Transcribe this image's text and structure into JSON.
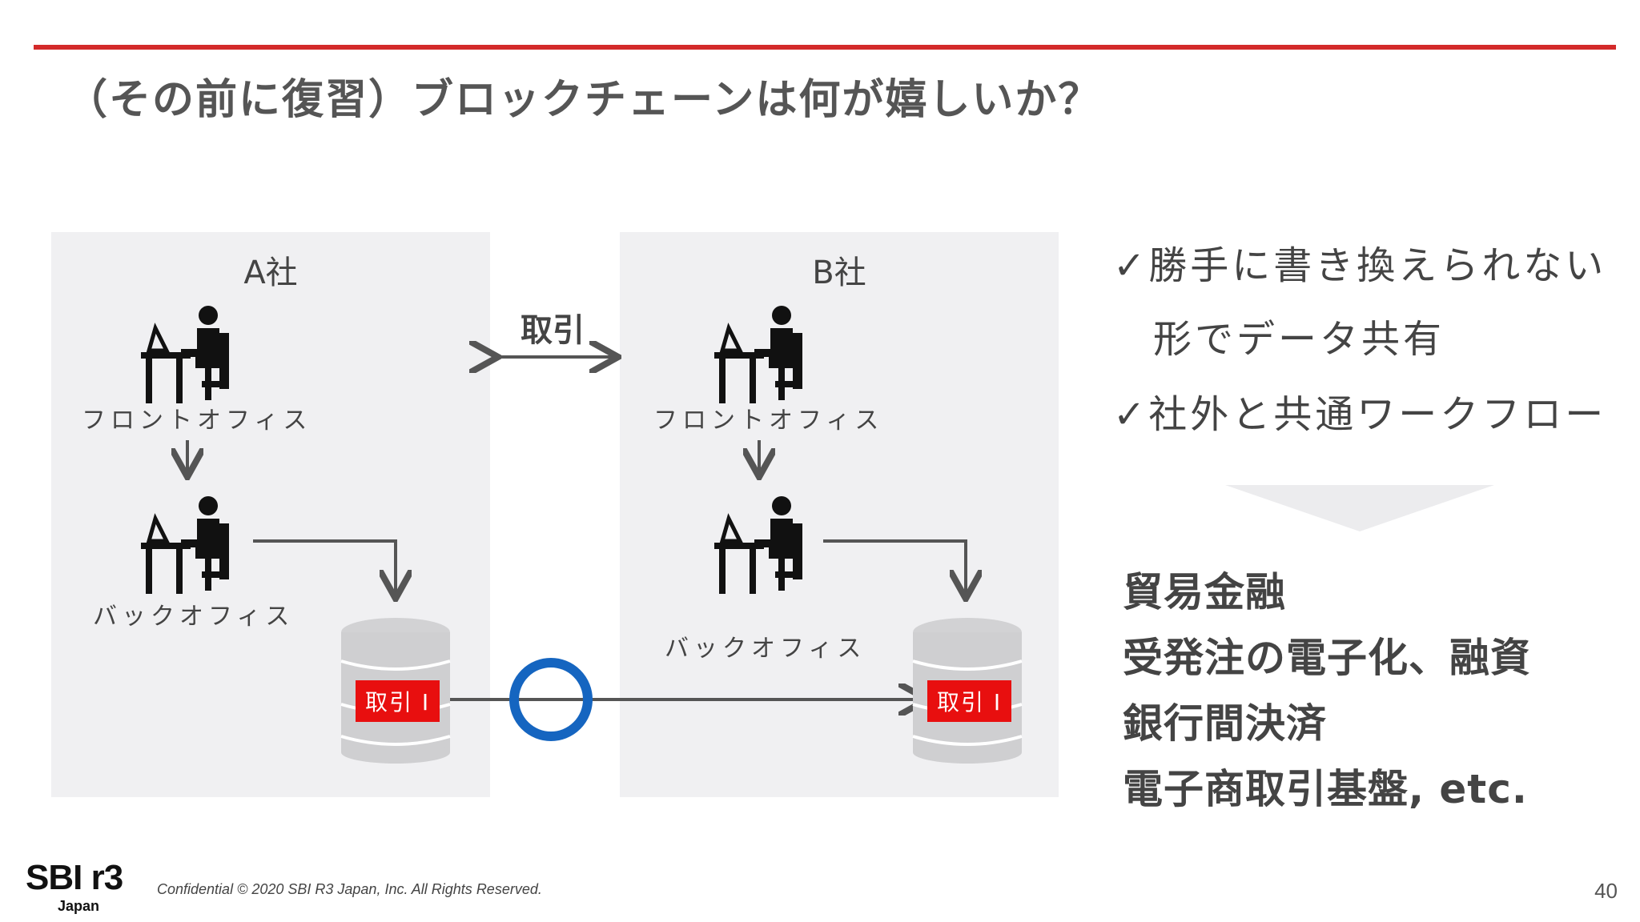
{
  "slide": {
    "title": "（その前に復習）ブロックチェーンは何が嬉しいか？",
    "page_number": "40",
    "accent_color": "#d32a2a"
  },
  "diagram": {
    "company_a": {
      "label": "A社",
      "front_office": "フロントオフィス",
      "back_office": "バックオフィス",
      "db_tag": "取引 I"
    },
    "company_b": {
      "label": "B社",
      "front_office": "フロントオフィス",
      "back_office": "バックオフィス",
      "db_tag": "取引 I"
    },
    "transaction_label": "取引",
    "person_icon": "person-at-desk-icon",
    "database_icon": "database-icon",
    "match_icon": "circle-icon",
    "match_color": "#1565c0",
    "tag_color": "#e80f0f"
  },
  "benefits": {
    "line1": "✓勝手に書き換えられない",
    "line2": "形でデータ共有",
    "line3": "✓社外と共通ワークフロー"
  },
  "use_cases": {
    "items": [
      "貿易金融",
      "受発注の電子化、融資",
      "銀行間決済",
      "電子商取引基盤, etc."
    ]
  },
  "footer": {
    "logo": "SBI r3",
    "logo_sub": "Japan",
    "copyright": "Confidential  © 2020 SBI R3 Japan, Inc.  All Rights Reserved."
  }
}
